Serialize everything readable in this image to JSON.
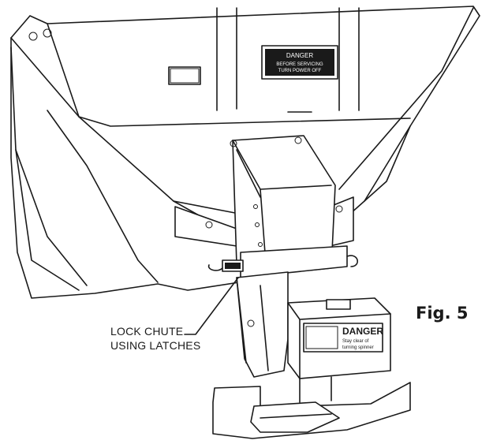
{
  "figure": {
    "label": "Fig. 5",
    "callout": {
      "line1": "LOCK CHUTE",
      "line2": "USING LATCHES"
    },
    "decals": {
      "hopper_decal_title": "DANGER",
      "hopper_decal_line1": "BEFORE SERVICING",
      "hopper_decal_line2": "TURN POWER OFF",
      "chute_decal_title": "DANGER",
      "chute_decal_line1": "Stay clear of",
      "chute_decal_line2": "turning spinner"
    }
  }
}
